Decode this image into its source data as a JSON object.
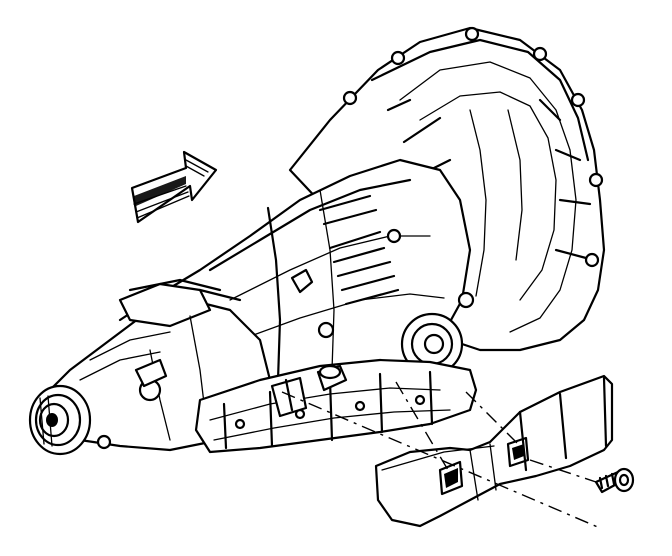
{
  "diagram": {
    "parts": [
      {
        "name": "transmission-assembly",
        "icon": "transmission-icon"
      },
      {
        "name": "forward-direction-arrow",
        "icon": "arrow-icon"
      },
      {
        "name": "transmission-support-bracket",
        "icon": "bracket-icon"
      },
      {
        "name": "mounting-bolt",
        "icon": "bolt-icon"
      }
    ],
    "colors": {
      "line": "#000000",
      "background": "#ffffff"
    }
  }
}
